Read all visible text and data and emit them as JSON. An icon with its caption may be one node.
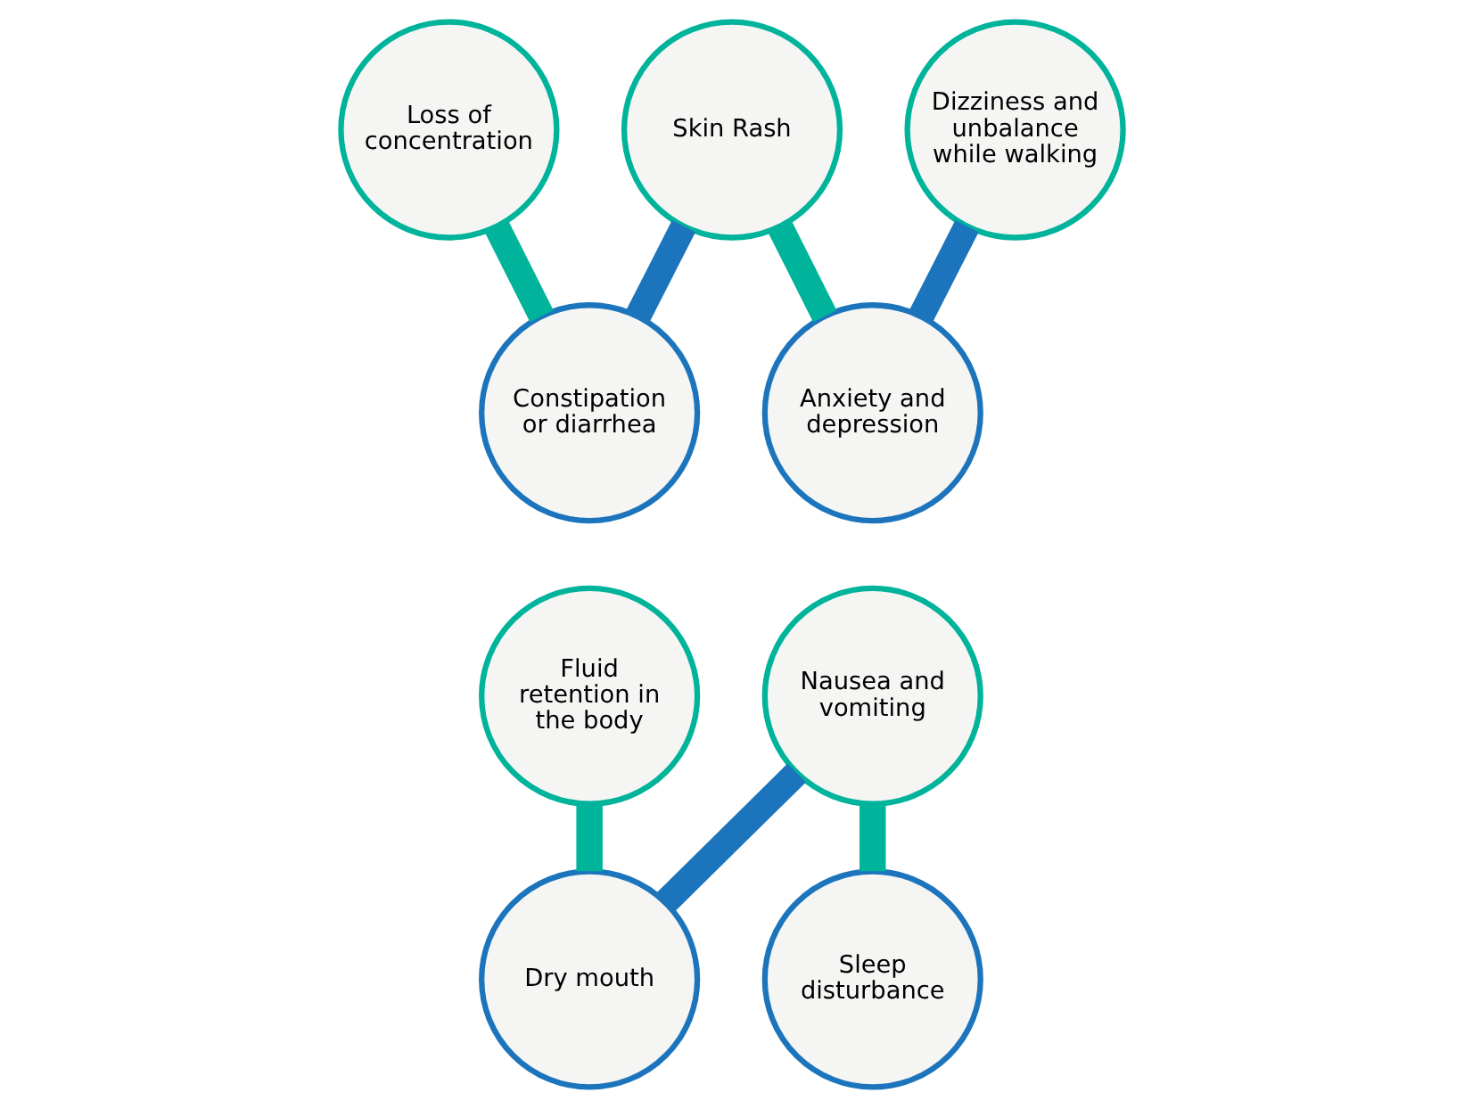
{
  "diagram": {
    "nodes": [
      {
        "text": [
          "Loss of concentration"
        ]
      },
      {
        "text": [
          "Skin Rash"
        ]
      },
      {
        "text": [
          "Dizziness and unbalance while walking"
        ]
      },
      {
        "text": [
          "Constipation or diarrhea"
        ]
      },
      {
        "text": [
          "Anxiety and depression"
        ]
      },
      {
        "text": [
          "Fluid retention in the body"
        ]
      },
      {
        "text": [
          "Nausea and vomiting"
        ]
      },
      {
        "text": [
          "Dry mouth"
        ]
      },
      {
        "text": [
          "Sleep disturbance"
        ]
      }
    ],
    "edges": [
      {
        "from": 0,
        "to": 3,
        "arrow": "none"
      },
      {
        "from": 1,
        "to": 3,
        "arrow": "none",
        "color": "#1c75bc"
      },
      {
        "from": 1,
        "to": 4,
        "arrow": "none"
      },
      {
        "from": 2,
        "to": 4,
        "arrow": "none",
        "color": "#1c75bc"
      },
      {
        "from": 5,
        "to": 7,
        "arrow": "none"
      },
      {
        "from": 6,
        "to": 7,
        "arrow": "none",
        "color": "#1c75bc"
      },
      {
        "from": 6,
        "to": 8,
        "arrow": "none"
      }
    ]
  }
}
